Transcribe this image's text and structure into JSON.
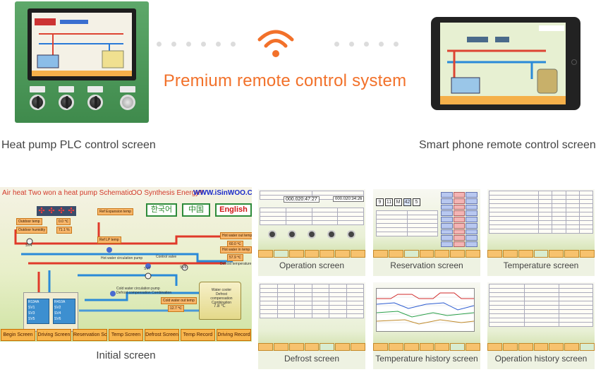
{
  "headline": "Premium remote control system",
  "captions": {
    "plc": "Heat pump PLC control screen",
    "phone": "Smart phone remote control screen",
    "initial": "Initial screen"
  },
  "initial_screen": {
    "title_left": "Air heat Two won a heat pump Schematic",
    "title_mid": "OO Synthesis Energy!!",
    "url": "WWW.iSinWOO.C",
    "languages": [
      "한국어",
      "中国",
      "English"
    ],
    "labels": {
      "outdoor_temp": "Outdoor temp",
      "outdoor_humidity": "Outdoor humidity",
      "ref_expansion": "Ref Expansion temp",
      "ref_lp": "Ref LP temp",
      "hot_water_out": "Hot water out temp",
      "hot_water_in": "Hot water in temp",
      "defrost_temp": "Defrost temperature",
      "hot_water_circ": "Hot water circulation pump",
      "control_valve": "Control valve",
      "cold_water_circ": "Cold water circulation pump",
      "defrost_combination": "Defrost compensation Combination",
      "cold_water_out": "Cold water out temp",
      "water_cooler": "Water cooler",
      "defrost_comp": "Defrost compensation Combination",
      "sv4": "SV4",
      "sv7": "SV7",
      "sv8": "SV8"
    },
    "values": {
      "outdoor_temp": "0.0 ℃",
      "outdoor_humidity": "71.1 %",
      "hot_water_out": "60.0 ℃",
      "hot_water_in": "57.9 ℃",
      "cold_water_out": "12.7 ℃",
      "tank": "7.8 ℃"
    },
    "controller": {
      "left": [
        "R134A",
        "SV1",
        "SV3",
        "SV5"
      ],
      "right": [
        "R410A",
        "SV2",
        "SV4",
        "SV6"
      ]
    },
    "nav": [
      "Begin Screen",
      "Driving Screen",
      "Reservation Screen",
      "Temp Screen",
      "Defrost Screen",
      "Temp Record",
      "Driving Record"
    ]
  },
  "thumbnails": [
    {
      "caption": "Operation screen",
      "values": [
        "000.020:47:27",
        "000.020:34:26"
      ]
    },
    {
      "caption": "Reservation screen",
      "values": [
        "9",
        "11",
        "M",
        "42",
        "5"
      ]
    },
    {
      "caption": "Temperature screen"
    },
    {
      "caption": "Defrost screen"
    },
    {
      "caption": "Temperature history screen"
    },
    {
      "caption": "Operation history screen"
    }
  ],
  "colors": {
    "accent": "#f2712a",
    "panel_green": "#4a9a58",
    "nav_orange": "#f8b54c",
    "dots": "#dcdcdc"
  }
}
